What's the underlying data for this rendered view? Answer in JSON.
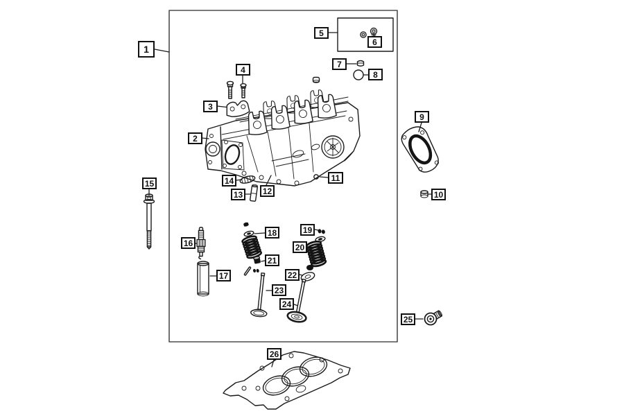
{
  "colors": {
    "line": "#1a1a1a",
    "frame_border": "#4d4d4d",
    "background": "#ffffff",
    "callout_text": "#111111"
  },
  "diagram": {
    "type": "exploded-parts-diagram",
    "subject": "cylinder head assembly with valves, springs, gaskets and hardware",
    "cylinder_bores_on_head_gasket": 3
  },
  "callouts": [
    {
      "label": "1"
    },
    {
      "label": "2"
    },
    {
      "label": "3"
    },
    {
      "label": "4"
    },
    {
      "label": "5"
    },
    {
      "label": "6"
    },
    {
      "label": "7"
    },
    {
      "label": "8"
    },
    {
      "label": "9"
    },
    {
      "label": "10"
    },
    {
      "label": "11"
    },
    {
      "label": "12"
    },
    {
      "label": "13"
    },
    {
      "label": "14"
    },
    {
      "label": "15"
    },
    {
      "label": "16"
    },
    {
      "label": "17"
    },
    {
      "label": "18"
    },
    {
      "label": "19"
    },
    {
      "label": "20"
    },
    {
      "label": "21"
    },
    {
      "label": "22"
    },
    {
      "label": "23"
    },
    {
      "label": "24"
    },
    {
      "label": "25"
    },
    {
      "label": "26"
    }
  ]
}
